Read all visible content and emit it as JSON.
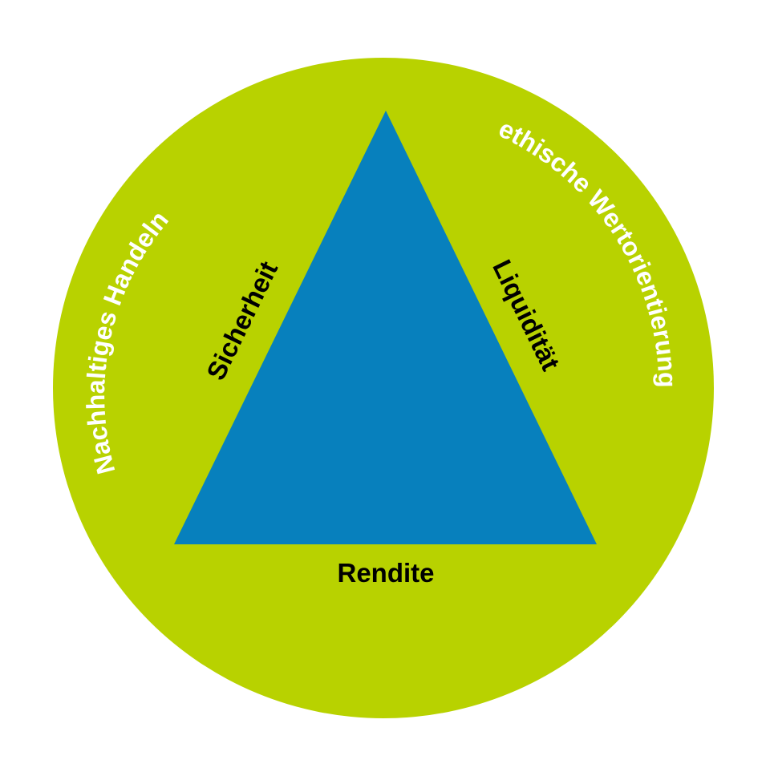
{
  "diagram": {
    "colors": {
      "background": "#ffffff",
      "circle": "#b8d200",
      "triangle": "#0780bd",
      "inner_text": "#000000",
      "outer_text": "#ffffff"
    },
    "triangle_labels": {
      "left": "Sicherheit",
      "right": "Liquidität",
      "bottom": "Rendite"
    },
    "circle_labels": {
      "left": "Nachhaltiges Handeln",
      "right": "ethische Wertorientierung"
    }
  }
}
